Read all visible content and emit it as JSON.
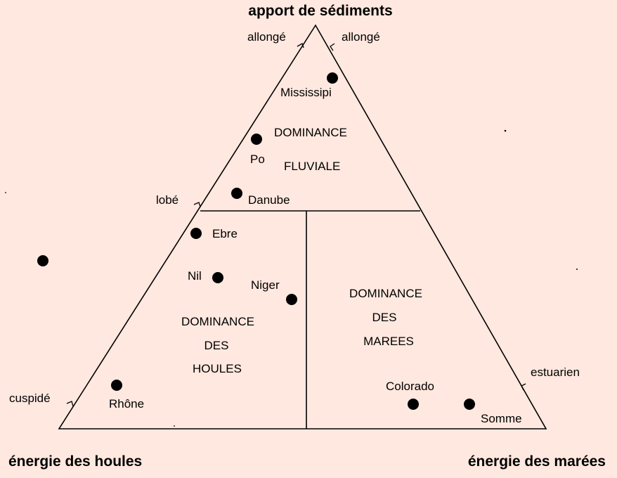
{
  "axes": {
    "top": "apport de sédiments",
    "bottom_left": "énergie des houles",
    "bottom_right": "énergie des marées"
  },
  "morphology_labels": {
    "top_left": "allongé",
    "top_right": "allongé",
    "lobate": "lobé",
    "cuspate": "cuspidé",
    "estuarine": "estuarien"
  },
  "zones": {
    "fluvial": [
      "DOMINANCE",
      "FLUVIALE"
    ],
    "wave": [
      "DOMINANCE",
      "DES",
      "HOULES"
    ],
    "tide": [
      "DOMINANCE",
      "DES",
      "MAREES"
    ]
  },
  "deltas": [
    {
      "id": "mississippi",
      "name": "Mississipi"
    },
    {
      "id": "po",
      "name": "Po"
    },
    {
      "id": "danube",
      "name": "Danube"
    },
    {
      "id": "ebre",
      "name": "Ebre"
    },
    {
      "id": "nil",
      "name": "Nil"
    },
    {
      "id": "niger",
      "name": "Niger"
    },
    {
      "id": "rhone",
      "name": "Rhône"
    },
    {
      "id": "colorado",
      "name": "Colorado"
    },
    {
      "id": "somme",
      "name": "Somme"
    }
  ],
  "colors": {
    "background": "#ffe8df",
    "ink": "#000000"
  }
}
